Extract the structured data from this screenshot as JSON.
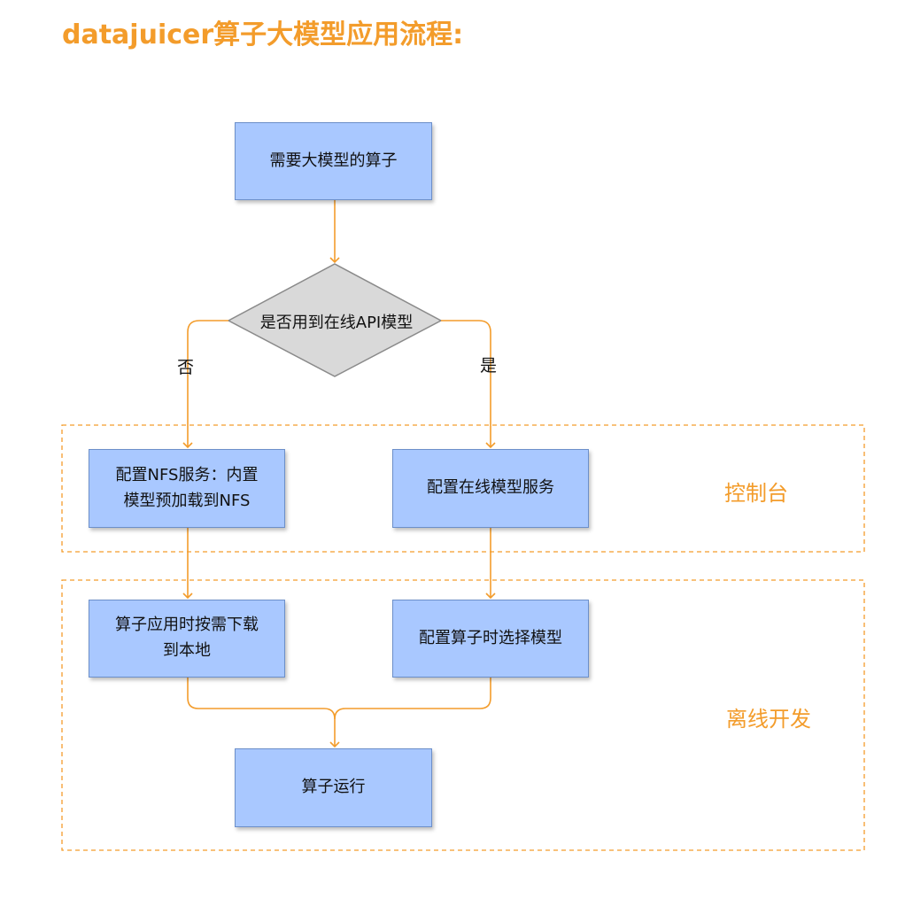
{
  "title": "datajuicer算子大模型应用流程:",
  "nodes": {
    "start": "需要大模型的算子",
    "decision": "是否用到在线API模型",
    "nfs_config": "配置NFS服务：内置\n模型预加载到NFS",
    "online_config": "配置在线模型服务",
    "download": "算子应用时按需下载\n到本地",
    "select_model": "配置算子时选择模型",
    "run": "算子运行"
  },
  "branches": {
    "no": "否",
    "yes": "是"
  },
  "regions": {
    "console": "控制台",
    "offline": "离线开发"
  },
  "colors": {
    "accent": "#f39c2b",
    "box_fill": "#a9c8ff",
    "box_border": "#6c8fc9",
    "diamond_fill": "#d9d9d9"
  }
}
